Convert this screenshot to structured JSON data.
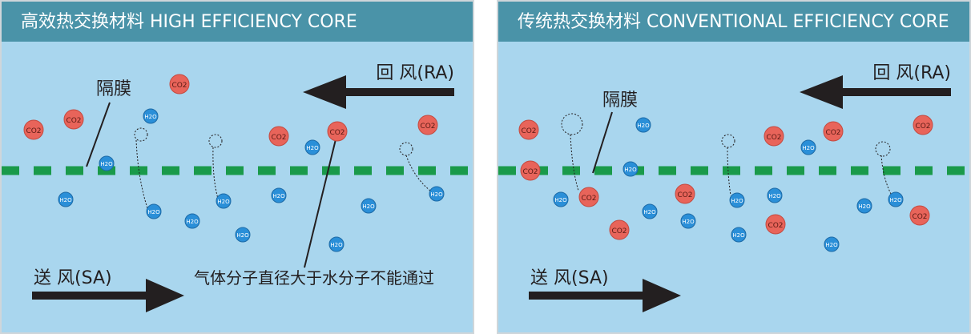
{
  "left": {
    "title": "高效热交换材料 HIGH EFFICIENCY CORE",
    "return_air": "回 风(RA)",
    "supply_air": "送 风(SA)",
    "membrane": "隔膜",
    "note": "气体分子直径大于水分子不能通过",
    "co2_label": "CO2",
    "h2o_label": "H2O"
  },
  "right": {
    "title": "传统热交换材料 CONVENTIONAL EFFICIENCY CORE",
    "return_air": "回 风(RA)",
    "supply_air": "送 风(SA)",
    "membrane": "隔膜",
    "co2_label": "CO2",
    "h2o_label": "H2O"
  },
  "colors": {
    "header_bg": "#4a93a8",
    "panel_bg": "#a9d6ee",
    "membrane": "#1a9a4a",
    "co2_fill": "#e8645a",
    "h2o_fill": "#2a8fd8",
    "arrow": "#231f20"
  }
}
